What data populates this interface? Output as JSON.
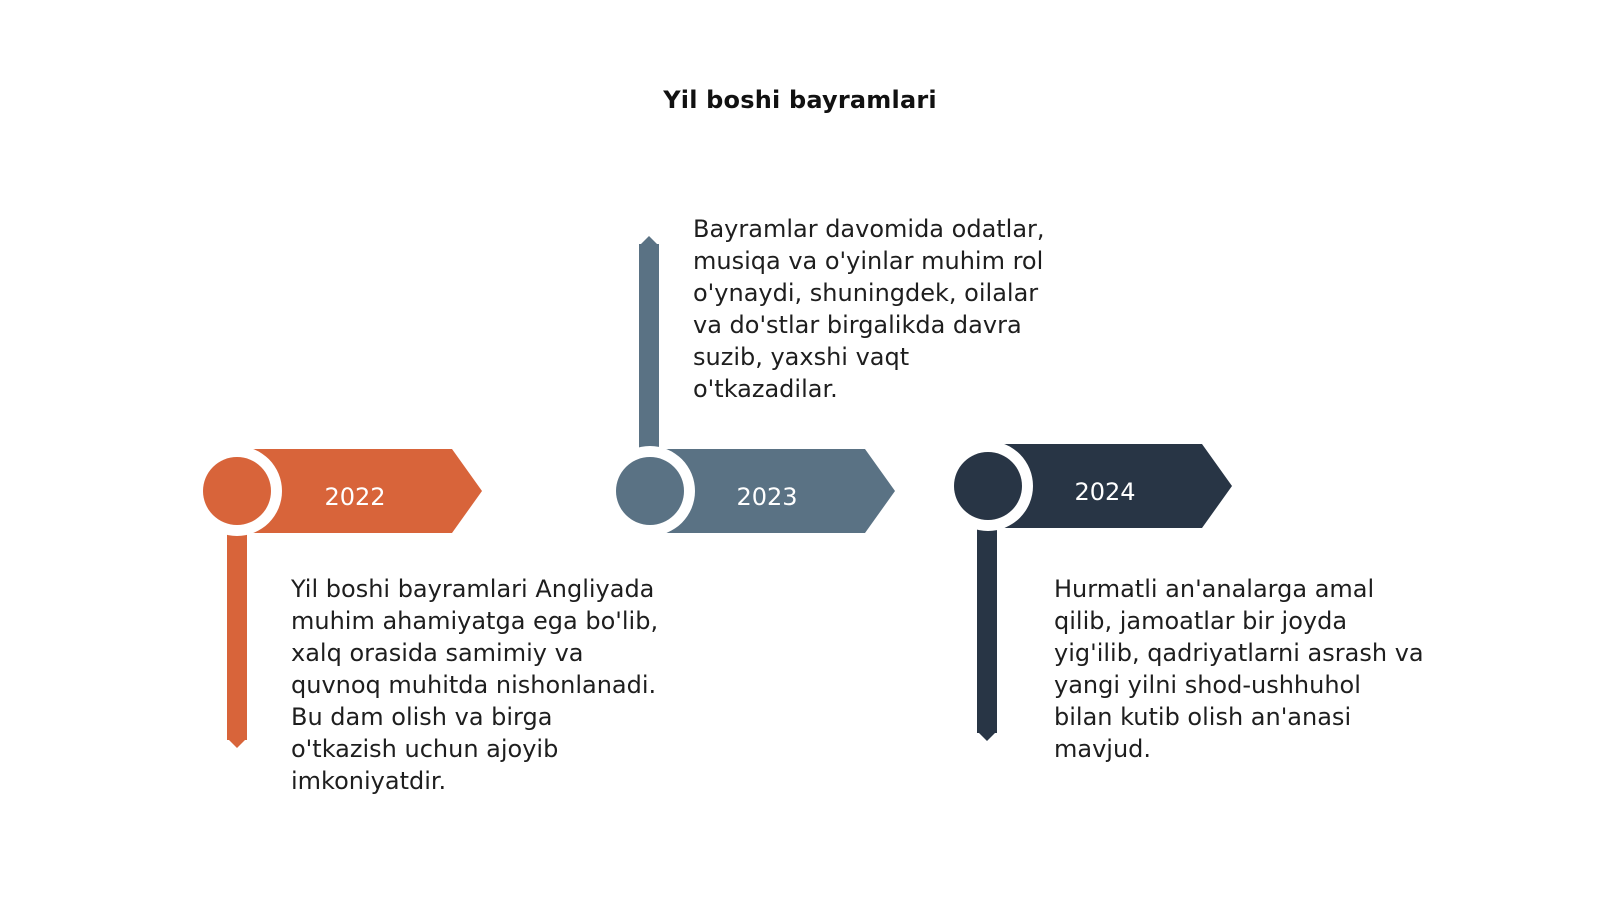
{
  "title": "Yil boshi bayramlari",
  "colors": {
    "orange": "#d8643a",
    "slate": "#5a7284",
    "navy": "#283545",
    "text": "#1e1e1e"
  },
  "milestones": [
    {
      "year": "2022",
      "text": "Yil boshi bayramlari Angliyada muhim ahamiyatga ega bo'lib, xalq orasida samimiy va quvnoq muhitda nishonlanadi. Bu dam olish va birga o'tkazish uchun ajoyib imkoniyatdir."
    },
    {
      "year": "2023",
      "text": "Bayramlar davomida odatlar, musiqa va o'yinlar muhim rol o'ynaydi, shuningdek, oilalar va do'stlar birgalikda davra suzib, yaxshi vaqt o'tkazadilar."
    },
    {
      "year": "2024",
      "text": "Hurmatli an'analarga amal qilib, jamoatlar bir joyda yig'ilib, qadriyatlarni asrash va yangi yilni shod-ushhuhol bilan kutib olish an'anasi mavjud."
    }
  ]
}
